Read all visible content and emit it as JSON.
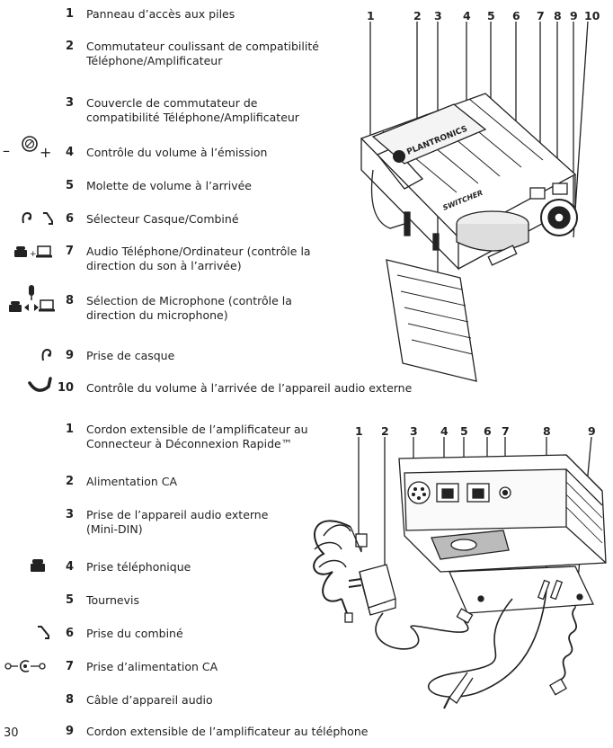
{
  "section1": {
    "items": [
      {
        "num": "1",
        "text": "Panneau d’accès aux piles"
      },
      {
        "num": "2",
        "text": "Commutateur coulissant de compatibilité Téléphone/Amplificateur"
      },
      {
        "num": "3",
        "text": "Couvercle de commutateur de compatibilité Téléphone/Amplificateur"
      },
      {
        "num": "4",
        "text": "Contrôle du volume à l’émission"
      },
      {
        "num": "5",
        "text": "Molette de volume à l’arrivée"
      },
      {
        "num": "6",
        "text": "Sélecteur Casque/Combiné"
      },
      {
        "num": "7",
        "text": "Audio Téléphone/Ordinateur (contrôle la direction du son à l’arrivée)"
      },
      {
        "num": "8",
        "text": "Sélection de Microphone (contrôle la direction du microphone)"
      },
      {
        "num": "9",
        "text": "Prise de casque"
      },
      {
        "num": "10",
        "text": "Contrôle du volume à l’arrivée de l’appareil audio externe"
      }
    ],
    "callouts": [
      "1",
      "2",
      "3",
      "4",
      "5",
      "6",
      "7",
      "8",
      "9",
      "10"
    ],
    "brand": "PLANTRONICS",
    "model": "SWITCHER",
    "icon_symbols": {
      "minus": "–",
      "plus": "+"
    }
  },
  "section2": {
    "items": [
      {
        "num": "1",
        "text": "Cordon extensible de l’amplificateur au Connecteur à Déconnexion Rapide™"
      },
      {
        "num": "2",
        "text": "Alimentation CA"
      },
      {
        "num": "3",
        "text": "Prise de l’appareil audio externe (Mini-DIN)"
      },
      {
        "num": "4",
        "text": "Prise téléphonique"
      },
      {
        "num": "5",
        "text": "Tournevis"
      },
      {
        "num": "6",
        "text": "Prise du combiné"
      },
      {
        "num": "7",
        "text": "Prise d’alimentation CA"
      },
      {
        "num": "8",
        "text": "Câble d’appareil audio"
      },
      {
        "num": "9",
        "text": "Cordon extensible de l’amplificateur au téléphone"
      }
    ],
    "callouts": [
      "1",
      "2",
      "3",
      "4",
      "5",
      "6",
      "7",
      "8",
      "9"
    ]
  },
  "page_number": "30"
}
